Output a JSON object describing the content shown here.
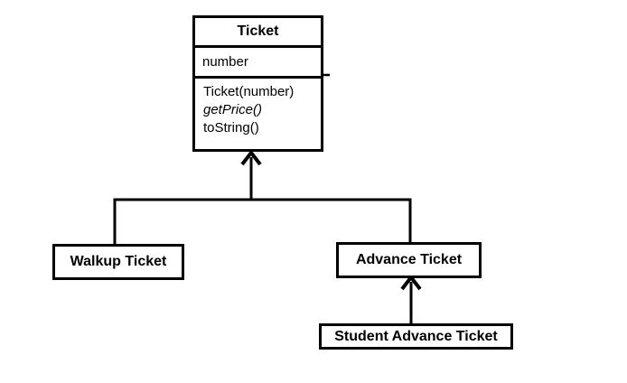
{
  "classes": {
    "ticket": {
      "name": "Ticket",
      "attributes": [
        "number"
      ],
      "methods": [
        "Ticket(number)",
        "getPrice()",
        "toString()"
      ]
    },
    "walkup": {
      "name": "Walkup Ticket"
    },
    "advance": {
      "name": "Advance Ticket"
    },
    "student_advance": {
      "name": "Student Advance Ticket"
    }
  },
  "relations": [
    {
      "type": "inheritance",
      "from": "Walkup Ticket",
      "to": "Ticket"
    },
    {
      "type": "inheritance",
      "from": "Advance Ticket",
      "to": "Ticket"
    },
    {
      "type": "inheritance",
      "from": "Student Advance Ticket",
      "to": "Advance Ticket"
    }
  ],
  "colors": {
    "line": "#000000",
    "box_fill": "#ffffff",
    "background": "#ffffff"
  }
}
